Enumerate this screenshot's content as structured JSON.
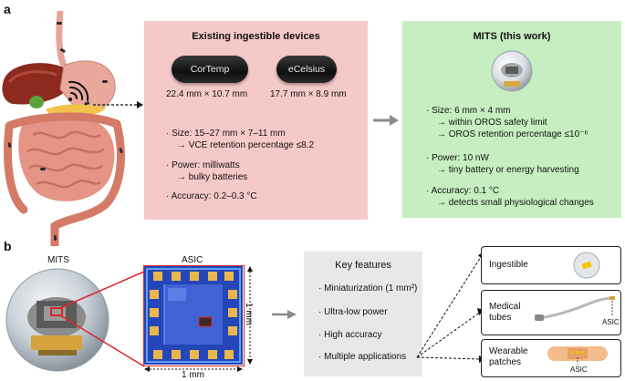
{
  "panel_a": {
    "letter": "a",
    "existing": {
      "title": "Existing ingestible devices",
      "devices": [
        {
          "name": "CorTemp",
          "dims": "22.4 mm × 10.7 mm"
        },
        {
          "name": "eCelsius",
          "dims": "17.7 mm × 8.9 mm"
        }
      ],
      "size_line": "Size: 15–27 mm × 7–11 mm",
      "size_sub": "→ VCE retention percentage ≤8.2",
      "power_line": "Power: milliwatts",
      "power_sub": "→ bulky batteries",
      "accuracy_line": "Accuracy: 0.2–0.3 °C"
    },
    "mits": {
      "title": "MITS (this work)",
      "size_line": "Size: 6 mm × 4 mm",
      "size_sub1": "→ within OROS safety limit",
      "size_sub2": "→ OROS retention percentage ≤10⁻⁶",
      "power_line": "Power: 10 nW",
      "power_sub": "→ tiny battery or energy harvesting",
      "accuracy_line": "Accuracy: 0.1 °C",
      "accuracy_sub": "→ detects small physiological changes"
    },
    "colors": {
      "existing_bg": "#f6c9c9",
      "mits_bg": "#c6eec0",
      "arrow": "#8a8a8a"
    }
  },
  "panel_b": {
    "letter": "b",
    "mits_label": "MITS",
    "asic_label": "ASIC",
    "scale_vertical": "1 mm",
    "scale_horizontal": "1 mm",
    "key_features": {
      "title": "Key features",
      "items": [
        "Miniaturization (1 mm²)",
        "Ultra-low power",
        "High accuracy",
        "Multiple applications"
      ]
    },
    "applications": [
      {
        "label": "Ingestible"
      },
      {
        "label": "Medical tubes",
        "line1": "Medical",
        "line2": "tubes",
        "chip": "ASIC"
      },
      {
        "label": "Wearable patches",
        "line1": "Wearable",
        "line2": "patches",
        "chip": "ASIC"
      }
    ]
  }
}
